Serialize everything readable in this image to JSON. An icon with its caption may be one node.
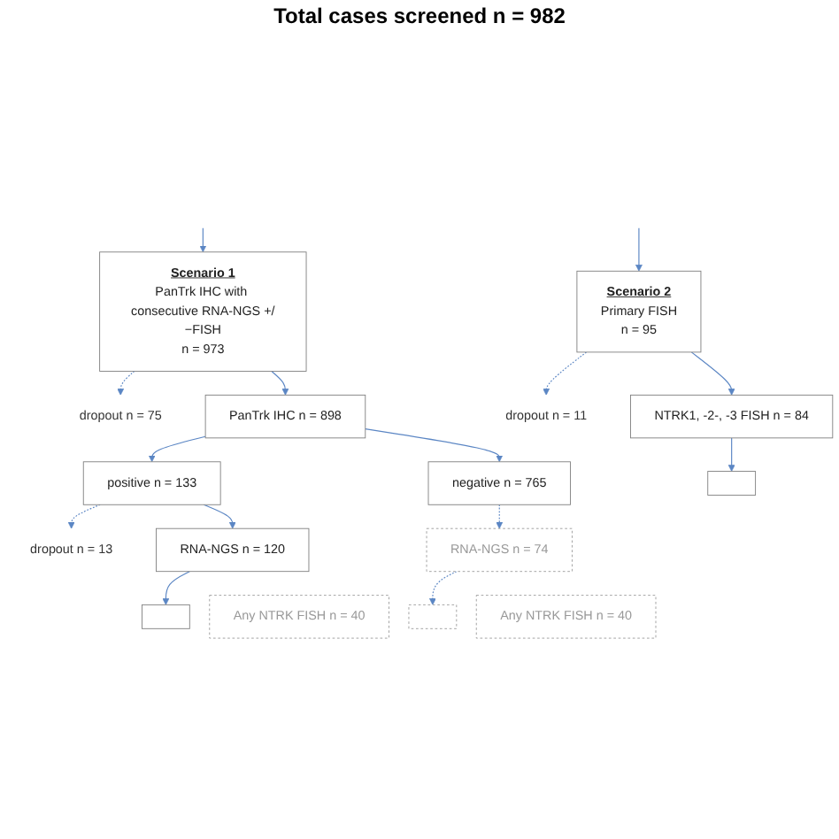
{
  "diagram": {
    "nodes": [
      {
        "text": [
          "Scenario 1",
          "PanTrk IHC with consecutive RNA-NGS +/−FISH",
          "n = 973"
        ]
      },
      {
        "text": [
          "Scenario 2",
          "Primary FISH",
          "n = 95"
        ]
      },
      {
        "text": [
          "dropout n = 75"
        ]
      },
      {
        "text": [
          "PanTrk IHC n = 898"
        ]
      },
      {
        "text": [
          "dropout n = 11"
        ]
      },
      {
        "text": [
          "NTRK1, -2-, -3 FISH n = 84"
        ]
      },
      {
        "text": [
          "positive n = 133"
        ]
      },
      {
        "text": [
          "negative n = 765"
        ]
      },
      {
        "text": [
          "dropout n = 13"
        ]
      },
      {
        "text": [
          "RNA-NGS n = 120"
        ]
      },
      {
        "text": [
          "Any NTRK FISH n = 40"
        ]
      },
      {
        "text": [
          "RNA-NGS n = 74"
        ]
      },
      {
        "text": [
          "Any NTRK FISH n = 40"
        ]
      },
      {
        "text": [],
        "shape": "box"
      },
      {
        "text": [],
        "shape": "box"
      },
      {
        "text": [],
        "shape": "box"
      }
    ],
    "edges": [
      {
        "from": null,
        "to": 0,
        "arrow": "to"
      },
      {
        "from": null,
        "to": 1,
        "arrow": "to"
      },
      {
        "from": 0,
        "to": 2,
        "arrow": "to",
        "style": "dashed"
      },
      {
        "from": 0,
        "to": 3,
        "arrow": "to"
      },
      {
        "from": 1,
        "to": 4,
        "arrow": "to",
        "style": "dashed"
      },
      {
        "from": 1,
        "to": 5,
        "arrow": "to"
      },
      {
        "from": 3,
        "to": 6,
        "arrow": "to"
      },
      {
        "from": 3,
        "to": 7,
        "arrow": "to"
      },
      {
        "from": 6,
        "to": 8,
        "arrow": "to",
        "style": "dashed"
      },
      {
        "from": 6,
        "to": 9,
        "arrow": "to"
      },
      {
        "from": 7,
        "to": 11,
        "arrow": "to",
        "style": "dashed"
      },
      {
        "from": 9,
        "to": 13,
        "arrow": "to"
      },
      {
        "from": 11,
        "to": 14,
        "arrow": "to",
        "style": "dashed"
      },
      {
        "from": 5,
        "to": 15,
        "arrow": "to"
      }
    ],
    "labels": [
      "Total cases screened n = 982"
    ]
  }
}
